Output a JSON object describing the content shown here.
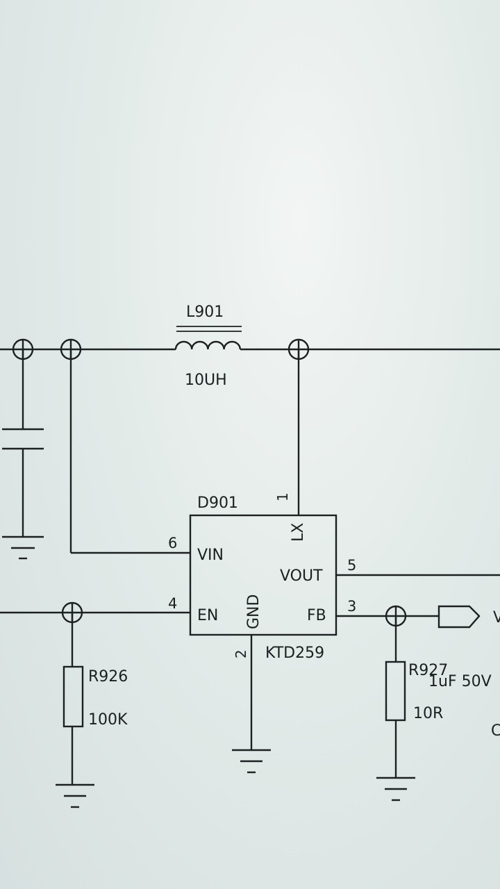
{
  "inductor": {
    "ref": "L901",
    "value": "10UH"
  },
  "ic": {
    "ref": "D901",
    "part": "KTD259",
    "pins": {
      "lx": {
        "number": "1",
        "name": "LX"
      },
      "gnd": {
        "number": "2",
        "name": "GND"
      },
      "fb": {
        "number": "3",
        "name": "FB"
      },
      "en": {
        "number": "4",
        "name": "EN"
      },
      "vout": {
        "number": "5",
        "name": "VOUT"
      },
      "vin": {
        "number": "6",
        "name": "VIN"
      }
    }
  },
  "r926": {
    "ref": "R926",
    "value": "100K"
  },
  "r927": {
    "ref": "R927",
    "value": "10R"
  },
  "capacitor_partial": {
    "value": "1uF 50V",
    "ref_fragment": "C"
  },
  "port_fragment": "V"
}
